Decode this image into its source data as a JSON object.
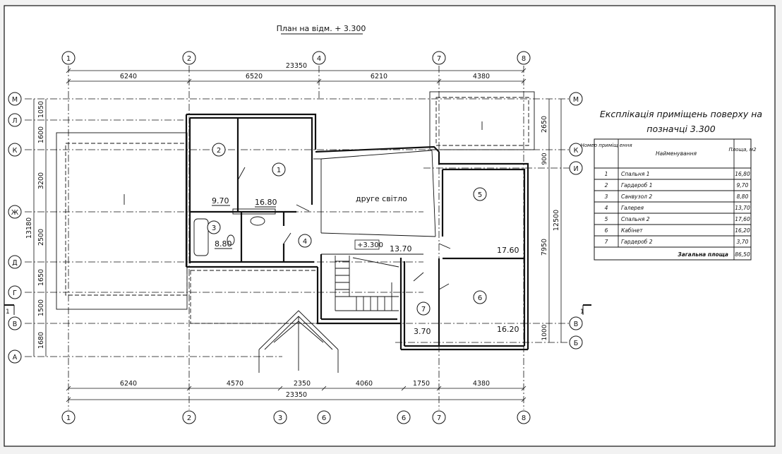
{
  "title": "План на відм. + 3.300",
  "axes_top": [
    "1",
    "2",
    "4",
    "7",
    "8"
  ],
  "axes_bottom": [
    "1",
    "2",
    "3",
    "6",
    "6",
    "7",
    "8"
  ],
  "axes_left": [
    "М",
    "Л",
    "К",
    "Ж",
    "Д",
    "Г",
    "В",
    "А"
  ],
  "axes_right": [
    "М",
    "К",
    "И",
    "В",
    "Б"
  ],
  "dims_top": {
    "total": "23350",
    "segments": [
      "6240",
      "6520",
      "6210",
      "4380"
    ]
  },
  "dims_bottom": {
    "total": "23350",
    "segments": [
      "6240",
      "4570",
      "2350",
      "4060",
      "1750",
      "4380"
    ]
  },
  "dims_left": {
    "total": "13180",
    "segments": [
      "1050",
      "1600",
      "3200",
      "2500",
      "1650",
      "1500",
      "1680"
    ]
  },
  "dims_right": {
    "total": "12500",
    "segments": [
      "2650",
      "900",
      "7950",
      "1000"
    ]
  },
  "section_marks": {
    "left": "1",
    "right": "1"
  },
  "rooms": {
    "r1": "1",
    "r2": "2",
    "r3": "3",
    "r4": "4",
    "r5": "5",
    "r6": "6",
    "r7": "7",
    "area1": "16.80",
    "area2": "9.70",
    "area3": "8.80",
    "area4": "13.70",
    "area5": "17.60",
    "area6": "16.20",
    "area7": "3.70"
  },
  "double_light": "друге світло",
  "level_mark": "+3.300",
  "explication": {
    "title_line1": "Експлікація приміщень поверху на",
    "title_line2": "позначці 3.300",
    "headers": [
      "Номер приміщ ення",
      "Найменування",
      "Площа, м2"
    ],
    "rows": [
      [
        "1",
        "Спальня 1",
        "16,80"
      ],
      [
        "2",
        "Гардероб 1",
        "9,70"
      ],
      [
        "3",
        "Санвузол 2",
        "8,80"
      ],
      [
        "4",
        "Галерея",
        "13,70"
      ],
      [
        "5",
        "Спальня 2",
        "17,60"
      ],
      [
        "6",
        "Кабінет",
        "16,20"
      ],
      [
        "7",
        "Гардероб 2",
        "3,70"
      ]
    ],
    "total_label": "Загальна площа",
    "total_value": "86,50"
  }
}
